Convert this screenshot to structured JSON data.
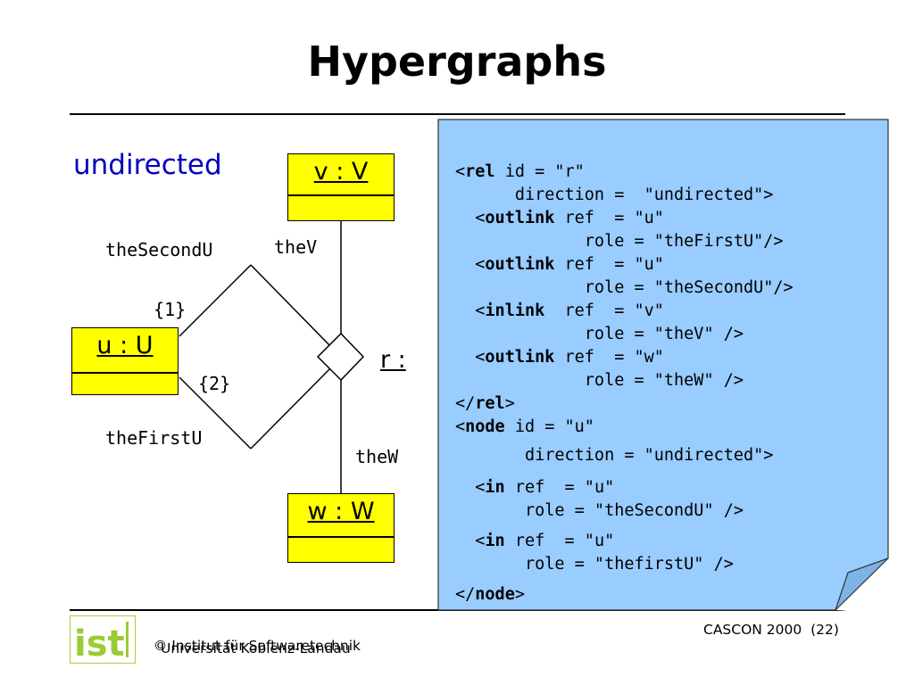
{
  "title": "Hypergraphs",
  "subtitle": "undirected",
  "diagram": {
    "nodes": [
      {
        "id": "v",
        "label": "v : V"
      },
      {
        "id": "u",
        "label": "u : U"
      },
      {
        "id": "w",
        "label": "w : W"
      }
    ],
    "relation_label": "r :",
    "edge_labels": {
      "theSecondU": "theSecondU",
      "theV": "theV",
      "mult1": "{1}",
      "mult2": "{2}",
      "theFirstU": "theFirstU",
      "theW": "theW"
    }
  },
  "code_lines": [
    [
      "<",
      {
        "b": "rel"
      },
      " id = \"r\""
    ],
    [
      "      direction =  \"undirected\">"
    ],
    [
      "  <",
      {
        "b": "outlink"
      },
      " ref  = \"u\""
    ],
    [
      "             role = \"theFirstU\"/>"
    ],
    [
      "  <",
      {
        "b": "outlink"
      },
      " ref  = \"u\""
    ],
    [
      "             role = \"theSecondU\"/>"
    ],
    [
      "  <",
      {
        "b": "inlink"
      },
      "  ref  = \"v\""
    ],
    [
      "             role = \"theV\" />"
    ],
    [
      "  <",
      {
        "b": "outlink"
      },
      " ref  = \"w\""
    ],
    [
      "             role = \"theW\" />"
    ],
    [
      "</",
      {
        "b": "rel"
      },
      ">"
    ],
    [
      "<",
      {
        "b": "node"
      },
      " id = \"u\""
    ],
    [
      "       direction = \"undirected\">"
    ],
    [
      "  <",
      {
        "b": "in"
      },
      " ref  = \"u\""
    ],
    [
      "       role = \"theSecondU\" />"
    ],
    [
      "  <",
      {
        "b": "in"
      },
      " ref  = \"u\""
    ],
    [
      "       role = \"thefirstU\" />"
    ],
    [
      "</",
      {
        "b": "node"
      },
      ">"
    ]
  ],
  "footer": {
    "logo_text": "ist",
    "copyright_symbol": "©",
    "line1": "Institut für Softwaretechnik",
    "line2": "Universität Koblenz-Landau",
    "right": "CASCON 2000  (22)"
  },
  "colors": {
    "node_fill": "#ffff00",
    "note_fill": "#99ccff",
    "subtitle": "#0000c0",
    "logo": "#99cc33"
  }
}
